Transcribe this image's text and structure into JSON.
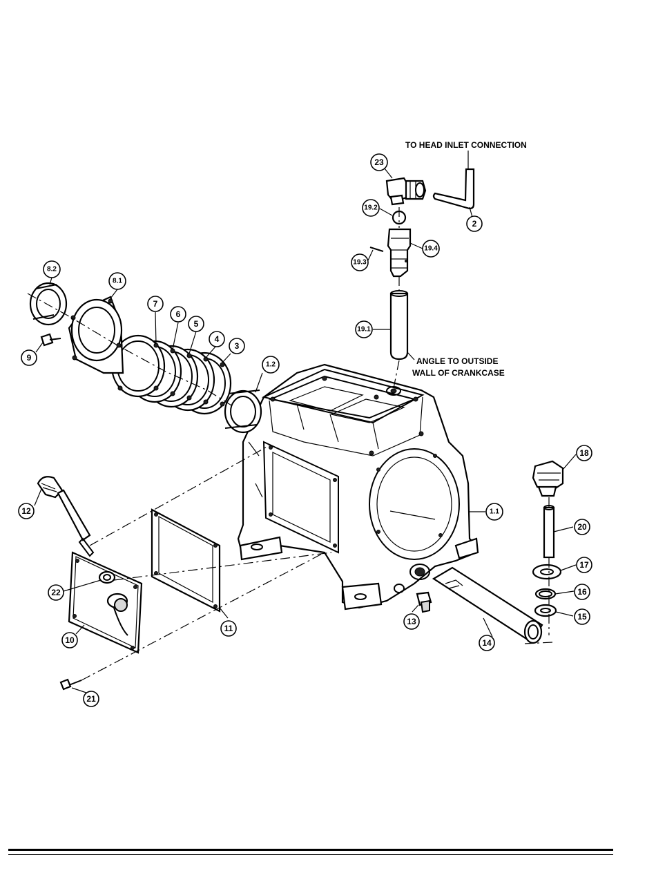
{
  "notes": {
    "head_inlet": "TO HEAD INLET CONNECTION",
    "angle_line1": "ANGLE TO OUTSIDE",
    "angle_line2": "WALL OF CRANKCASE"
  },
  "callouts": [
    "23",
    "2",
    "19.2",
    "19.4",
    "19.3",
    "19.1",
    "8.2",
    "8.1",
    "7",
    "6",
    "5",
    "4",
    "3",
    "9",
    "1.2",
    "18",
    "12",
    "1.1",
    "20",
    "17",
    "22",
    "16",
    "15",
    "13",
    "14",
    "11",
    "10",
    "21"
  ]
}
